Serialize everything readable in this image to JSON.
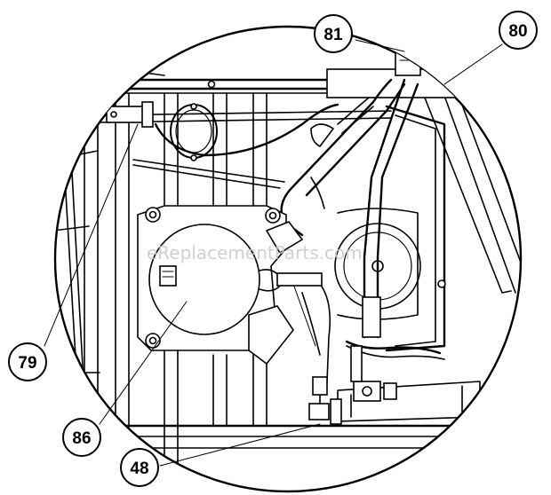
{
  "watermark": "eReplacementParts.com",
  "callouts": [
    {
      "label": "81"
    },
    {
      "label": "80"
    },
    {
      "label": "79"
    },
    {
      "label": "86"
    },
    {
      "label": "48"
    }
  ]
}
